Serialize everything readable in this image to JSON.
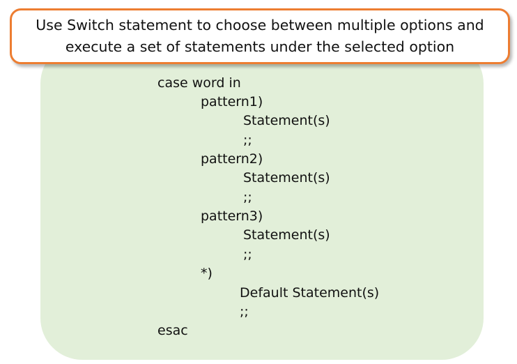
{
  "header": {
    "text": "Use Switch statement to choose between multiple options and execute a set of statements under the selected option"
  },
  "code": {
    "lines": [
      "case word in",
      "pattern1)",
      "Statement(s)",
      ";;",
      "pattern2)",
      "Statement(s)",
      ";;",
      "pattern3)",
      "Statement(s)",
      ";;",
      "*)",
      "Default Statement(s)",
      ";;",
      "esac"
    ]
  },
  "colors": {
    "panel_background": "#e2efd9",
    "header_border": "#ed7d31",
    "header_background": "#ffffff"
  }
}
